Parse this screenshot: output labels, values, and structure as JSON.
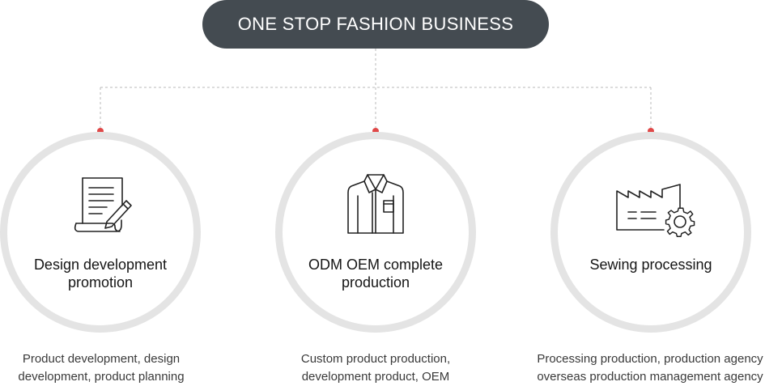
{
  "header": {
    "title": "ONE STOP FASHION BUSINESS"
  },
  "colors": {
    "pill": "#444b51",
    "dot": "#e04848",
    "ring": "#e4e4e4",
    "connector": "#b9b9b9"
  },
  "items": [
    {
      "icon": "document-pen-icon",
      "title_lines": [
        "Design development",
        "promotion"
      ],
      "desc_lines": [
        "Product development, design",
        "development, product planning"
      ]
    },
    {
      "icon": "shirt-icon",
      "title_lines": [
        "ODM OEM complete",
        "production"
      ],
      "desc_lines": [
        "Custom product production,",
        "development product, OEM"
      ]
    },
    {
      "icon": "factory-gear-icon",
      "title_lines": [
        "Sewing processing"
      ],
      "desc_lines": [
        "Processing production, production agency",
        "overseas production management agency"
      ]
    }
  ]
}
